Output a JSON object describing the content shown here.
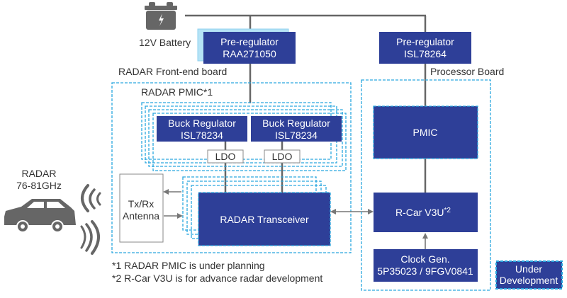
{
  "battery": {
    "label": "12V Battery"
  },
  "pre_regulator_1": {
    "line1": "Pre-regulator",
    "line2": "RAA271050"
  },
  "pre_regulator_2": {
    "line1": "Pre-regulator",
    "line2": "ISL78264"
  },
  "front_end_board": {
    "label": "RADAR Front-end board"
  },
  "radar_pmic": {
    "label": "RADAR PMIC*1"
  },
  "buck_1": {
    "line1": "Buck Regulator",
    "line2": "ISL78234"
  },
  "buck_2": {
    "line1": "Buck Regulator",
    "line2": "ISL78234"
  },
  "ldo_1": {
    "label": "LDO"
  },
  "ldo_2": {
    "label": "LDO"
  },
  "antenna": {
    "line1": "Tx/Rx",
    "line2": "Antenna"
  },
  "transceiver": {
    "label": "RADAR Transceiver"
  },
  "processor_board": {
    "label": "Processor Board"
  },
  "pmic": {
    "label": "PMIC"
  },
  "rcar": {
    "label": "R-Car V3U",
    "sup": "*2"
  },
  "clock": {
    "line1": "Clock Gen.",
    "line2": "5P35023 / 9FGV0841"
  },
  "radar": {
    "line1": "RADAR",
    "line2": "76-81GHz"
  },
  "footnotes": [
    "*1 RADAR PMIC is under planning",
    "*2 R-Car V3U is for advance radar development"
  ],
  "legend": {
    "line1": "Under",
    "line2": "Development"
  },
  "colors": {
    "navy": "#2e3f98",
    "light_blue": "#b6e3f6",
    "cyan": "#2aa7df",
    "gray": "#666666"
  }
}
